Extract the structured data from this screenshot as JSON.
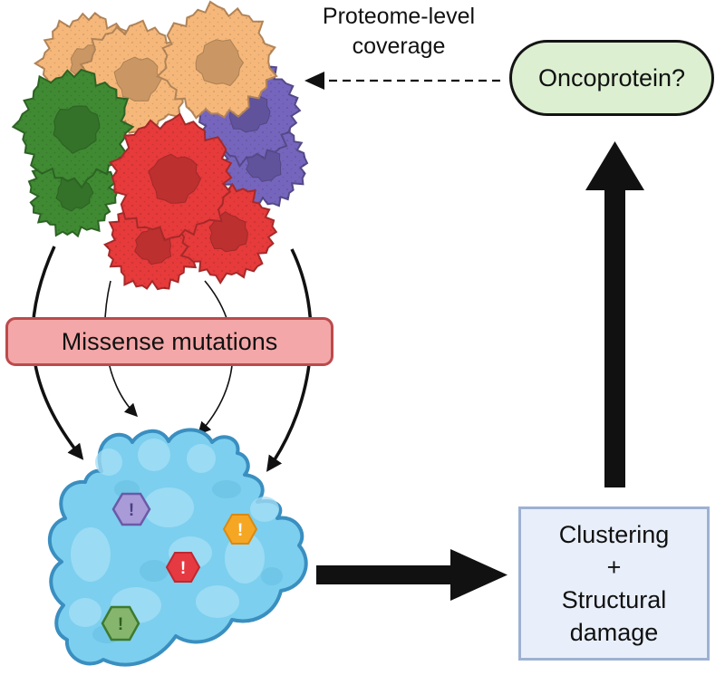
{
  "labels": {
    "top_line1": "Proteome-level",
    "top_line2": "coverage",
    "oncoprotein": "Oncoprotein?",
    "missense": "Missense mutations",
    "clustering_line1": "Clustering",
    "clustering_line2": "+",
    "clustering_line3": "Structural",
    "clustering_line4": "damage"
  },
  "icons": {
    "cells": "tumor-cell-cluster-icon",
    "protein": "protein-structure-icon",
    "alert": "exclamation-mark-icon"
  },
  "colors": {
    "cell_orange": "#f6b87a",
    "cell_green": "#3f8a32",
    "cell_purple": "#7665bd",
    "cell_red": "#e63a3b",
    "protein_blue": "#7ccfee",
    "protein_outline": "#3a8fc0",
    "alert_purple": "#a89bd8",
    "alert_orange": "#f5a623",
    "alert_red": "#e53a41",
    "alert_green": "#86b66e",
    "oncoprotein_fill": "#dcefd1",
    "missense_fill": "#f4a7a8",
    "missense_border": "#bb4a4d",
    "clustering_fill": "#e8effa",
    "clustering_border": "#9db1d2",
    "arrow": "#111111"
  },
  "alert_symbol": "!"
}
